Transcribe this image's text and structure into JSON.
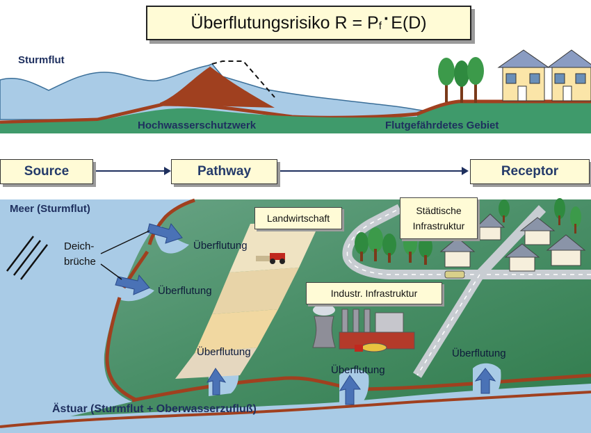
{
  "title": {
    "text_main": "Überflutungsrisiko R = P",
    "subscript": "f",
    "operator": "·",
    "text_tail": "E(D)"
  },
  "cross_section": {
    "storm_label": "Sturmflut",
    "dike_label": "Hochwasserschutzwerk",
    "area_label": "Flutgefährdetes Gebiet"
  },
  "flow": {
    "source": "Source",
    "pathway": "Pathway",
    "receptor": "Receptor"
  },
  "map": {
    "sea_label": "Meer (Sturmflut)",
    "breach_label_1": "Deich-",
    "breach_label_2": "brüche",
    "agriculture_label": "Landwirtschaft",
    "urban_label_1": "Städtische",
    "urban_label_2": "Infrastruktur",
    "industry_label": "Industr. Infrastruktur",
    "estuary_label": "Ästuar (Sturmflut + Oberwasserzufluß)",
    "flooding_labels": [
      "Überflutung",
      "Überflutung",
      "Überflutung",
      "Überflutung",
      "Überflutung"
    ]
  },
  "colors": {
    "water": "#a9cbe6",
    "dike": "#a0401f",
    "land": "#3f9a6b",
    "box_fill": "#fffbd6",
    "label_blue": "#1e2f5e"
  }
}
